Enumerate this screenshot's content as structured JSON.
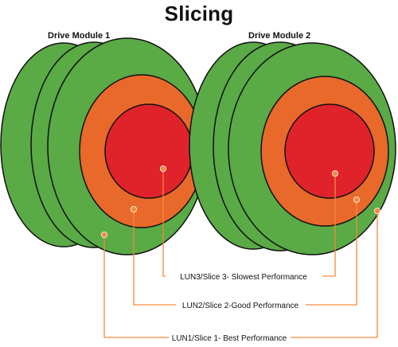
{
  "title": "Slicing",
  "modules": [
    {
      "label": "Drive Module 1"
    },
    {
      "label": "Drive Module 2"
    }
  ],
  "callouts": {
    "lun3": "LUN3/Slice 3- Slowest Performance",
    "lun2": "LUN2/Slice 2-Good Performance",
    "lun1": "LUN1/Slice 1- Best Performance"
  },
  "colors": {
    "outer_slice": "#5aaa46",
    "middle_slice": "#e8692a",
    "inner_slice": "#e0232b",
    "callout_line": "#f28a3c",
    "outline": "#111111"
  }
}
